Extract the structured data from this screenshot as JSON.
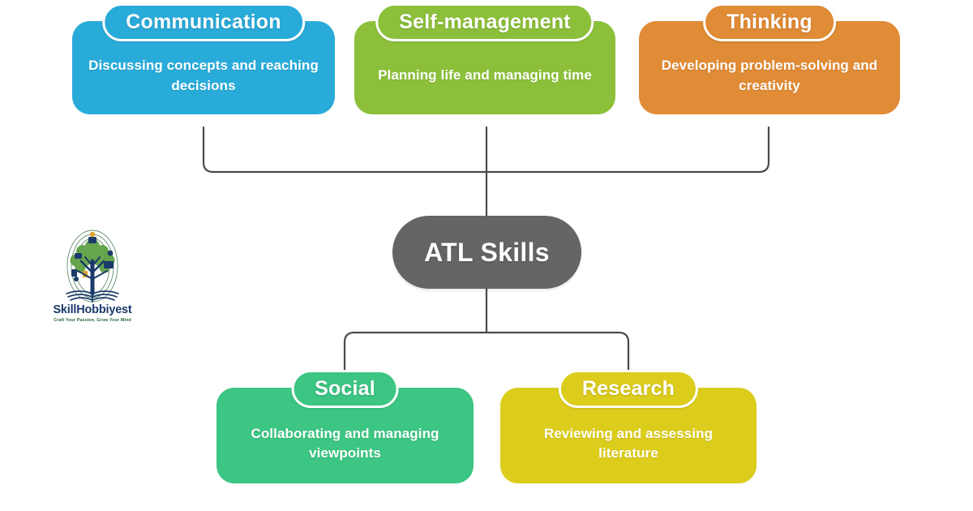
{
  "diagram": {
    "center": {
      "label": "ATL Skills",
      "color": "#656565"
    },
    "connector_color": "#4a4a4a",
    "top_nodes": [
      {
        "id": "communication",
        "title": "Communication",
        "description": "Discussing concepts and reaching decisions",
        "color": "#29abd9"
      },
      {
        "id": "self-management",
        "title": "Self-management",
        "description": "Planning life and managing time",
        "color": "#8cc03a"
      },
      {
        "id": "thinking",
        "title": "Thinking",
        "description": "Developing problem-solving and creativity",
        "color": "#e08b35"
      }
    ],
    "bottom_nodes": [
      {
        "id": "social",
        "title": "Social",
        "description": "Collaborating and managing viewpoints",
        "color": "#3cc583"
      },
      {
        "id": "research",
        "title": "Research",
        "description": "Reviewing and assessing literature",
        "color": "#dccc1c"
      }
    ]
  },
  "logo": {
    "icon": "tree-book-fingerprint-logo",
    "wordmark": "SkillHobbiyest",
    "tagline": "Craft Your Passion, Grow Your Mind",
    "wordmark_color": "#1b3a6b",
    "tagline_color": "#2f6a3f",
    "tree_color": "#2f6a3f",
    "trunk_color": "#1b3a6b"
  }
}
